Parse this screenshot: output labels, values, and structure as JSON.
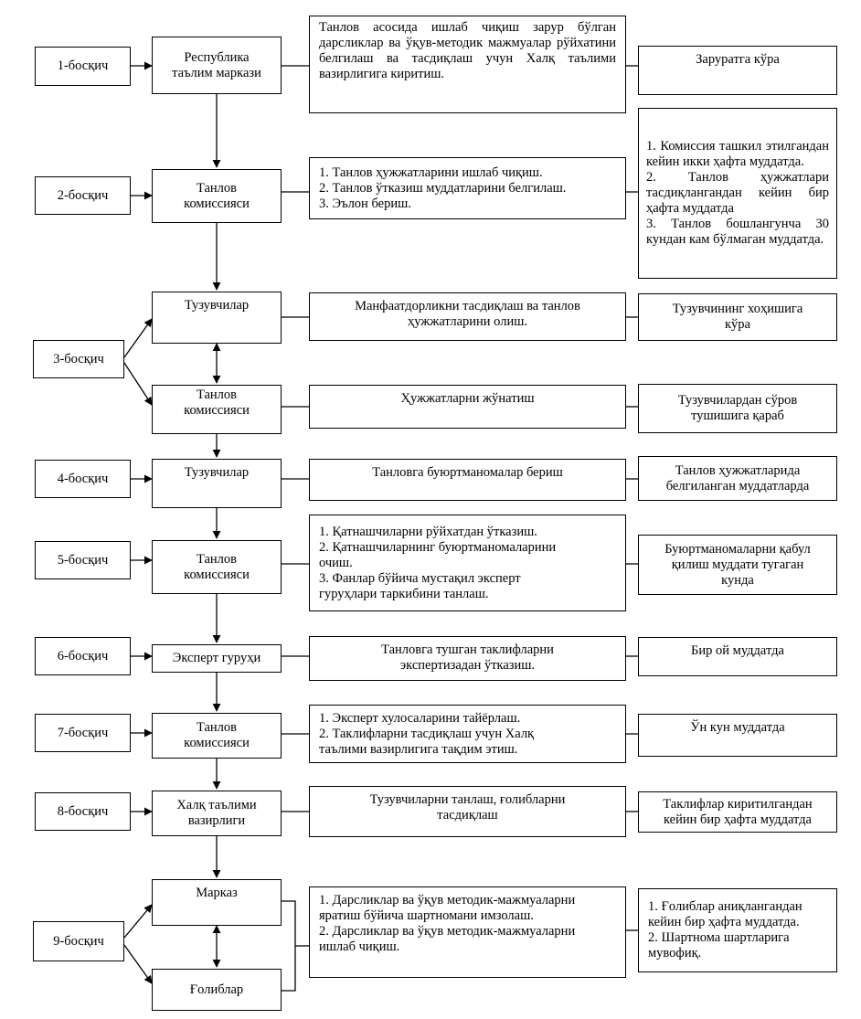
{
  "stages": [
    {
      "label": "1-босқич",
      "actor": [
        "Республика",
        "таълим маркази"
      ],
      "action": [
        "Танлов асосида ишлаб чиқиш зарур бўлган дарсликлар ва ўқув-методик мажмуалар рўйхатини белгилаш ва тасдиқлаш учун Халқ таълими вазирлигига киритиш."
      ],
      "timing": [
        "Заруратга кўра"
      ]
    },
    {
      "label": "2-босқич",
      "actor": [
        "Танлов",
        "комиссияси"
      ],
      "action": [
        "1. Танлов ҳужжатларини ишлаб чиқиш.",
        "2. Танлов ўтказиш муддатларини белгилаш.",
        "3. Эълон бериш."
      ],
      "timing": [
        "1. Комиссия ташкил этилгандан кейин икки ҳафта муддатда.",
        "2. Танлов ҳужжатлари тасдиқлангандан кейин бир ҳафта муддатда",
        "3. Танлов бошлангунча 30 кундан кам бўлмаган муддатда."
      ]
    },
    {
      "label": "3-босқич",
      "rows": [
        {
          "actor": [
            "Тузувчилар"
          ],
          "action": [
            "Манфаатдорликни тасдиқлаш ва танлов",
            "ҳужжатларини олиш."
          ],
          "timing": [
            "Тузувчининг хоҳишига",
            "кўра"
          ]
        },
        {
          "actor": [
            "Танлов",
            "комиссияси"
          ],
          "action": [
            "Ҳужжатларни жўнатиш"
          ],
          "timing": [
            "Тузувчилардан сўров",
            "тушишига қараб"
          ]
        }
      ]
    },
    {
      "label": "4-босқич",
      "actor": [
        "Тузувчилар"
      ],
      "action": [
        "Танловга буюртманомалар бериш"
      ],
      "timing": [
        "Танлов ҳужжатларида",
        "белгиланган муддатларда"
      ]
    },
    {
      "label": "5-босқич",
      "actor": [
        "Танлов",
        "комиссияси"
      ],
      "action": [
        "1. Қатнашчиларни рўйхатдан ўтказиш.",
        "2. Қатнашчиларнинг буюртманомаларини",
        "очиш.",
        "3. Фанлар бўйича мустақил эксперт",
        "гуруҳлари таркибини танлаш."
      ],
      "timing": [
        "Буюртманомаларни қабул",
        "қилиш муддати тугаган",
        "кунда"
      ]
    },
    {
      "label": "6-босқич",
      "actor": [
        "Эксперт гуруҳи"
      ],
      "action": [
        "Танловга тушган таклифларни",
        "экспертизадан ўтказиш."
      ],
      "timing": [
        "Бир ой муддатда"
      ]
    },
    {
      "label": "7-босқич",
      "actor": [
        "Танлов",
        "комиссияси"
      ],
      "action": [
        "1. Эксперт хулосаларини тайёрлаш.",
        "2. Таклифларни тасдиқлаш учун Халқ",
        "таълими вазирлигига тақдим этиш."
      ],
      "timing": [
        "Ўн кун муддатда"
      ]
    },
    {
      "label": "8-босқич",
      "actor": [
        "Халқ таълими",
        "вазирлиги"
      ],
      "action": [
        "Тузувчиларни танлаш, ғолибларни",
        "тасдиқлаш"
      ],
      "timing": [
        "Таклифлар киритилгандан",
        "кейин бир ҳафта муддатда"
      ]
    },
    {
      "label": "9-босқич",
      "actors": [
        [
          "Марказ"
        ],
        [
          "Ғолиблар"
        ]
      ],
      "action": [
        "1. Дарсликлар ва ўқув методик-мажмуаларни",
        "яратиш бўйича шартномани имзолаш.",
        "2. Дарсликлар ва ўқув методик-мажмуаларни",
        "ишлаб чиқиш."
      ],
      "timing": [
        "1. Ғолиблар аниқлангандан",
        "кейин бир ҳафта муддатда.",
        "2. Шартнома шартларига",
        "мувофиқ."
      ]
    }
  ]
}
